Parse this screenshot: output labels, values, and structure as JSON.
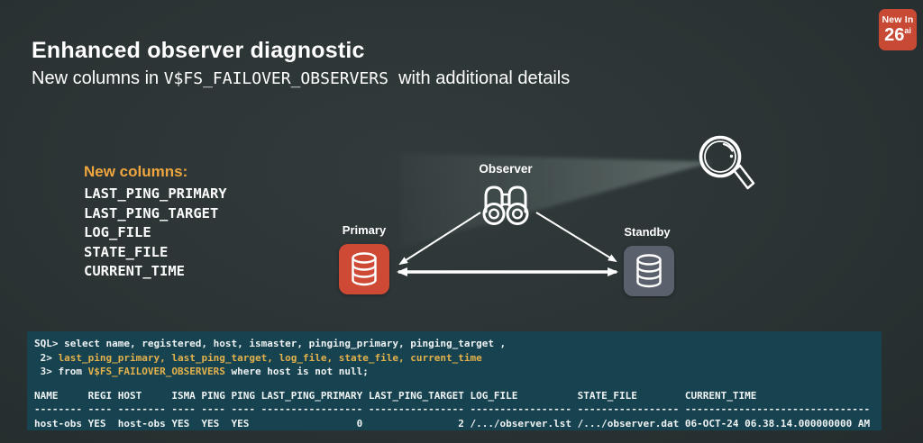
{
  "badge": {
    "top_text": "New In",
    "version": "26",
    "version_sup": "ai"
  },
  "header": {
    "title": "Enhanced observer diagnostic",
    "subtitle_prefix": "New columns in ",
    "subtitle_code": "V$FS_FAILOVER_OBSERVERS",
    "subtitle_suffix": "  with additional details"
  },
  "new_columns": {
    "heading": "New columns:",
    "items": [
      "LAST_PING_PRIMARY",
      "LAST_PING_TARGET",
      "LOG_FILE",
      "STATE_FILE",
      "CURRENT_TIME"
    ]
  },
  "diagram": {
    "observer_label": "Observer",
    "primary_label": "Primary",
    "standby_label": "Standby",
    "icons": {
      "observer": "binoculars-icon",
      "primary": "database-icon",
      "standby": "database-icon",
      "spotlight": "magnifying-glass-icon"
    }
  },
  "terminal": {
    "sql_lines": [
      [
        {
          "text": "SQL> select name, registered, host, ismaster, pinging_primary, pinging_target ,",
          "color": "fg"
        }
      ],
      [
        {
          "text": " 2> ",
          "color": "fg"
        },
        {
          "text": "last_ping_primary, last_ping_target, log_file, state_file, current_time",
          "color": "accent"
        }
      ],
      [
        {
          "text": " 3> from ",
          "color": "fg"
        },
        {
          "text": "V$FS_FAILOVER_OBSERVERS",
          "color": "accent"
        },
        {
          "text": " where host is not null;",
          "color": "fg"
        }
      ]
    ],
    "table": {
      "columns": [
        {
          "header": "NAME",
          "width": 8,
          "align": "left",
          "value": "host-obs"
        },
        {
          "header": "REGI",
          "width": 4,
          "align": "left",
          "value": "YES"
        },
        {
          "header": "HOST",
          "width": 8,
          "align": "left",
          "value": "host-obs"
        },
        {
          "header": "ISMA",
          "width": 4,
          "align": "left",
          "value": "YES"
        },
        {
          "header": "PING",
          "width": 4,
          "align": "left",
          "value": "YES"
        },
        {
          "header": "PING",
          "width": 4,
          "align": "left",
          "value": "YES"
        },
        {
          "header": "LAST_PING_PRIMARY",
          "width": 17,
          "align": "right",
          "value": "0"
        },
        {
          "header": "LAST_PING_TARGET",
          "width": 16,
          "align": "right",
          "value": "2"
        },
        {
          "header": "LOG_FILE",
          "width": 17,
          "align": "left",
          "value": "/.../observer.lst"
        },
        {
          "header": "STATE_FILE",
          "width": 17,
          "align": "left",
          "value": "/.../observer.dat"
        },
        {
          "header": "CURRENT_TIME",
          "width": 31,
          "align": "left",
          "value": "06-OCT-24 06.38.14.000000000 AM"
        }
      ]
    }
  },
  "colors": {
    "background": "#2B3334",
    "terminal_background": "#17424F",
    "accent_gold": "#F0A63E",
    "code_gold": "#E3B14C",
    "badge_red": "#C84A35",
    "primary_red": "#CE4A35",
    "standby_gray": "#5A616C",
    "text_white": "#FFFFFF"
  }
}
